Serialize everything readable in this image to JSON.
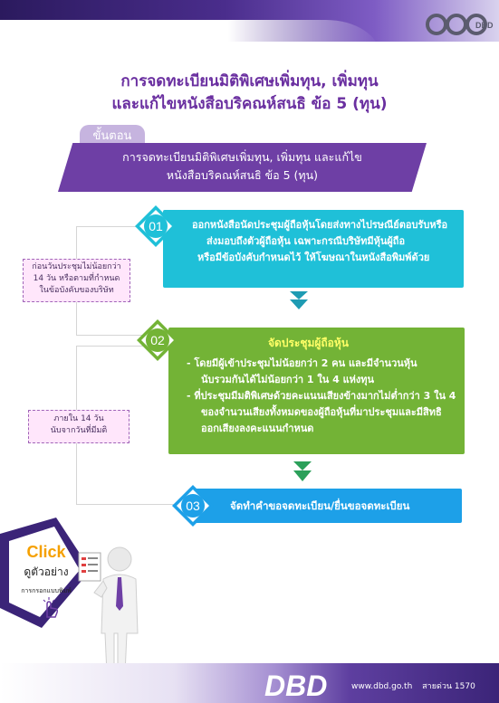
{
  "header": {
    "title_line1": "การจดทะเบียนมิติพิเศษเพิ่มทุน, เพิ่มทุน",
    "title_line2": "และแก้ไขหนังสือบริคณห์สนธิ ข้อ 5 (ทุน)"
  },
  "step_header": {
    "tab_label": "ขั้นตอน",
    "banner_line1": "การจดทะเบียนมิติพิเศษเพิ่มทุน, เพิ่มทุน และแก้ไข",
    "banner_line2": "หนังสือบริคณห์สนธิ ข้อ 5 (ทุน)"
  },
  "notes": {
    "note1_line1": "ก่อนวันประชุมไม่น้อยกว่า",
    "note1_line2": "14 วัน หรือตามที่กำหนด",
    "note1_line3": "ในข้อบังคับของบริษัท",
    "note2_line1": "ภายใน 14 วัน",
    "note2_line2": "นับจากวันที่มีมติ"
  },
  "steps": [
    {
      "number": "01",
      "line1": "ออกหนังสือนัดประชุมผู้ถือหุ้นโดยส่งทางไปรษณีย์ตอบรับหรือ",
      "line2": "ส่งมอบถึงตัวผู้ถือหุ้น เฉพาะกรณีบริษัทมีหุ้นผู้ถือ",
      "line3": "หรือมีข้อบังคับกำหนดไว้ ให้โฆษณาในหนังสือพิมพ์ด้วย"
    },
    {
      "number": "02",
      "heading": "จัดประชุมผู้ถือหุ้น",
      "bullet1_line1": "-  โดยมีผู้เข้าประชุมไม่น้อยกว่า 2 คน และมีจำนวนหุ้น",
      "bullet1_line2": "นับรวมกันได้ไม่น้อยกว่า 1 ใน 4 แห่งทุน",
      "bullet2_line1": "-  ที่ประชุมมีมติพิเศษด้วยคะแนนเสียงข้างมากไม่ต่ำกว่า 3 ใน 4",
      "bullet2_line2": "ของจำนวนเสียงทั้งหมดของผู้ถือหุ้นที่มาประชุมและมีสิทธิ",
      "bullet2_line3": "ออกเสียงลงคะแนนกำหนด"
    },
    {
      "number": "03",
      "line1": "จัดทำคำขอจดทะเบียน/ยื่นขอจดทะเบียน"
    }
  ],
  "click_card": {
    "click": "Click",
    "sub": "ดูตัวอย่าง",
    "caption": "การกรอกแบบพิมพ์"
  },
  "logo_top": "DBD",
  "logo_bottom": "DBD",
  "footer": {
    "website": "www.dbd.go.th",
    "hotline": "สายด่วน 1570"
  },
  "colors": {
    "purple": "#6e3fa5",
    "cyan": "#1fc0d8",
    "green": "#73b336",
    "blue": "#1da0e8",
    "arrow": "#1e9bb3"
  }
}
